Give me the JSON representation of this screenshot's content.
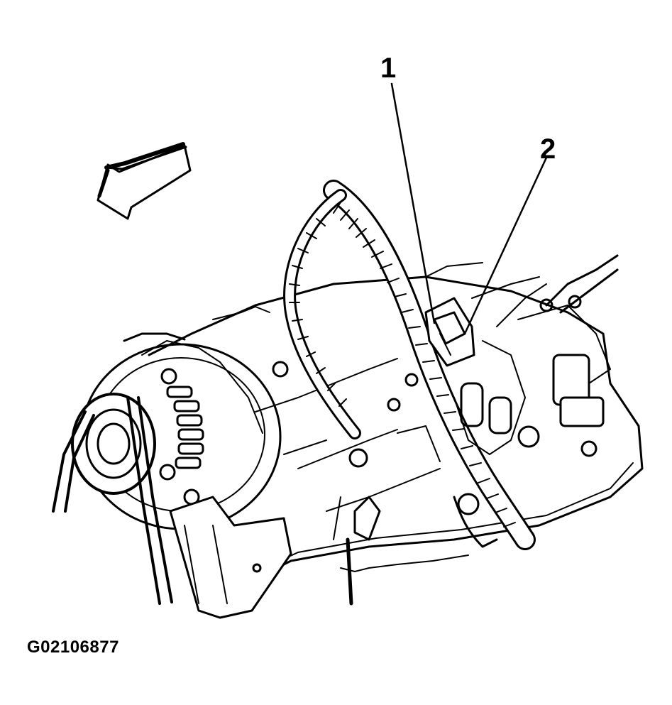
{
  "figure": {
    "id": "G02106877",
    "callouts": [
      {
        "label": "1"
      },
      {
        "label": "2"
      }
    ]
  },
  "colors": {
    "ink": "#000000",
    "paper": "#ffffff"
  },
  "icons": {
    "direction_arrow": "front-direction-arrow-icon"
  }
}
